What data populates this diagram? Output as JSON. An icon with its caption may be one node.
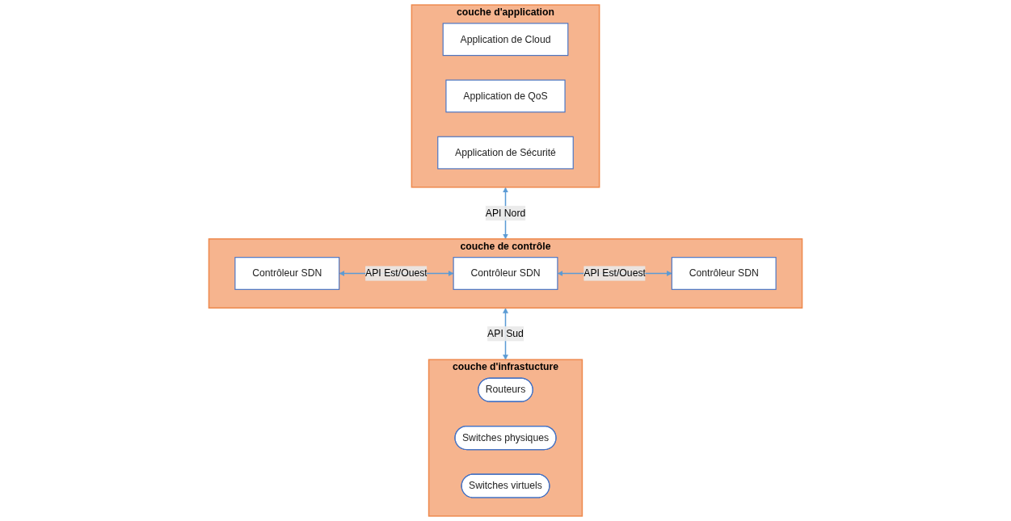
{
  "diagram": {
    "nodes": [
      {
        "text": [
          "couche d'application"
        ]
      },
      {
        "text": [
          "Application de Cloud"
        ],
        "in": 0
      },
      {
        "text": [
          "Application de QoS"
        ],
        "in": 0
      },
      {
        "text": [
          "Application de Sécurité"
        ],
        "in": 0
      },
      {
        "text": [
          "couche de contrôle"
        ]
      },
      {
        "text": [
          "Contrôleur SDN"
        ],
        "in": 4
      },
      {
        "text": [
          "Contrôleur SDN"
        ],
        "in": 4
      },
      {
        "text": [
          "Contrôleur SDN"
        ],
        "in": 4
      },
      {
        "text": [
          "couche d'infrastucture"
        ]
      },
      {
        "text": [
          "Routeurs"
        ],
        "in": 8
      },
      {
        "text": [
          "Switches physiques"
        ],
        "in": 8
      },
      {
        "text": [
          "Switches virtuels"
        ],
        "in": 8
      }
    ],
    "edges": [
      {
        "from": 0,
        "to": 4,
        "arrow": "both",
        "label": "API Nord"
      },
      {
        "from": 5,
        "to": 6,
        "arrow": "both",
        "label": "API Est/Ouest"
      },
      {
        "from": 6,
        "to": 7,
        "arrow": "both",
        "label": "API Est/Ouest"
      },
      {
        "from": 4,
        "to": 8,
        "arrow": "both",
        "label": "API Sud"
      }
    ]
  }
}
